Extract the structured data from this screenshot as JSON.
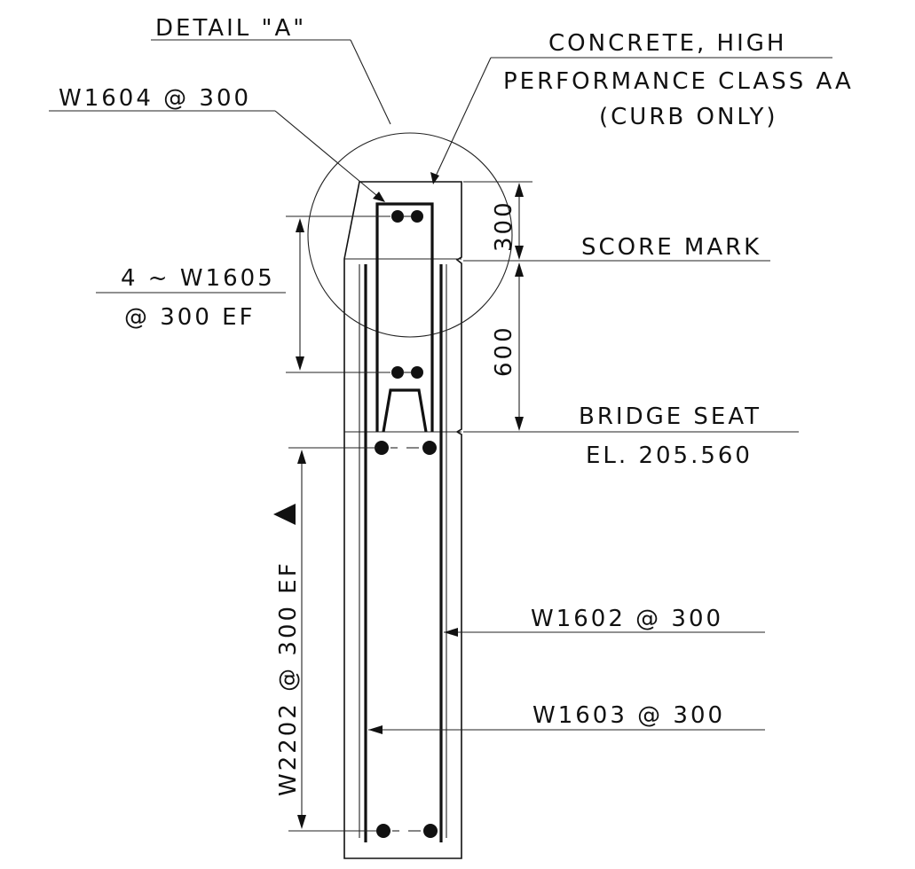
{
  "labels": {
    "detail_a": "DETAIL \"A\"",
    "concrete_line1": "CONCRETE, HIGH",
    "concrete_line2": "PERFORMANCE CLASS AA",
    "concrete_line3": "(CURB ONLY)",
    "w1604": "W1604 @ 300",
    "w1605_line1": "4 ~ W1605",
    "w1605_line2": "@ 300 EF",
    "score_mark": "SCORE MARK",
    "dim_300": "300",
    "dim_600": "600",
    "bridge_seat_line1": "BRIDGE SEAT",
    "bridge_seat_line2": "EL. 205.560",
    "w2202": "W2202 @ 300 EF",
    "w1602": "W1602 @ 300",
    "w1603": "W1603 @ 300"
  },
  "icons": {
    "section_marker": "filled-triangle-icon"
  },
  "colors": {
    "ink": "#111111",
    "paper": "#ffffff"
  }
}
